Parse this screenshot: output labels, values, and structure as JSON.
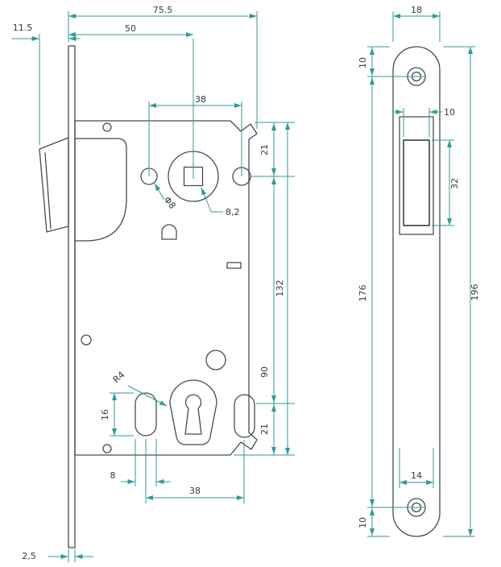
{
  "colors": {
    "dimension_line": "#2E9B9B",
    "outline": "#454B52",
    "text": "#3A3A3A"
  },
  "views": {
    "lock_body": {
      "name": "lock body side view",
      "dims": {
        "overall_width": "75.5",
        "latch_projection": "11.5",
        "backset": "50",
        "upper_hole_spacing": "38",
        "top_to_spindle": "21",
        "case_height": "132",
        "spindle_to_keyhole": "90",
        "keyhole_to_bottom": "21",
        "slot_height": "16",
        "slot_width": "8",
        "lower_hole_spacing": "38",
        "faceplate_thickness": "2,5",
        "hole_diameter": "Φ8",
        "square_size": "8,2",
        "fillet_radius": "R4"
      }
    },
    "faceplate": {
      "name": "faceplate front view",
      "dims": {
        "plate_width": "18",
        "top_to_screw": "10",
        "latch_width": "10",
        "latch_height": "32",
        "screw_spacing": "176",
        "plate_length": "196",
        "cutout_width": "14",
        "screw_to_bottom": "10"
      }
    }
  }
}
